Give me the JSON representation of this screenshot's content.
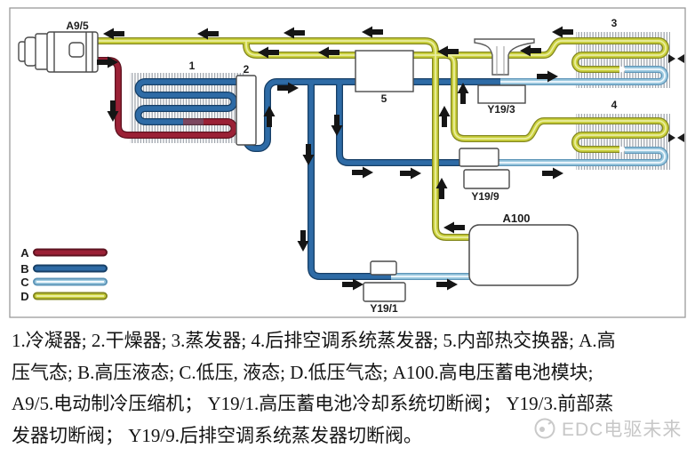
{
  "diagram": {
    "component_labels": {
      "compressor": "A9/5",
      "condenser": "1",
      "dryer": "2",
      "evaporator": "3",
      "rear_evaporator": "4",
      "heat_exchanger": "5",
      "front_evap_valve": "Y19/3",
      "rear_evap_valve": "Y19/9",
      "battery_valve": "Y19/1",
      "battery_module": "A100"
    },
    "legend": [
      {
        "key": "A",
        "color": "#9b2136",
        "edge": "#5e1320"
      },
      {
        "key": "B",
        "color": "#2e6ba6",
        "edge": "#173f66"
      },
      {
        "key": "C",
        "color": "#9fcbe1",
        "edge": "#5d95b8",
        "center": "#f2f9fd"
      },
      {
        "key": "D",
        "color": "#ccd23e",
        "edge": "#83871f",
        "center": "#eaeea2"
      }
    ]
  },
  "caption": {
    "lines": [
      "1.冷凝器; 2.干燥器; 3.蒸发器; 4.后排空调系统蒸发器; 5.内部热交换器; A.高",
      "压气态; B.高压液态; C.低压, 液态; D.低压气态; A100.高电压蓄电池模块;",
      "A9/5.电动制冷压缩机； Y19/1.高压蓄电池冷却系统切断阀； Y19/3.前部蒸",
      "发器切断阀； Y19/9.后排空调系统蒸发器切断阀。"
    ]
  },
  "watermark": {
    "text": "EDC电驱未来"
  }
}
